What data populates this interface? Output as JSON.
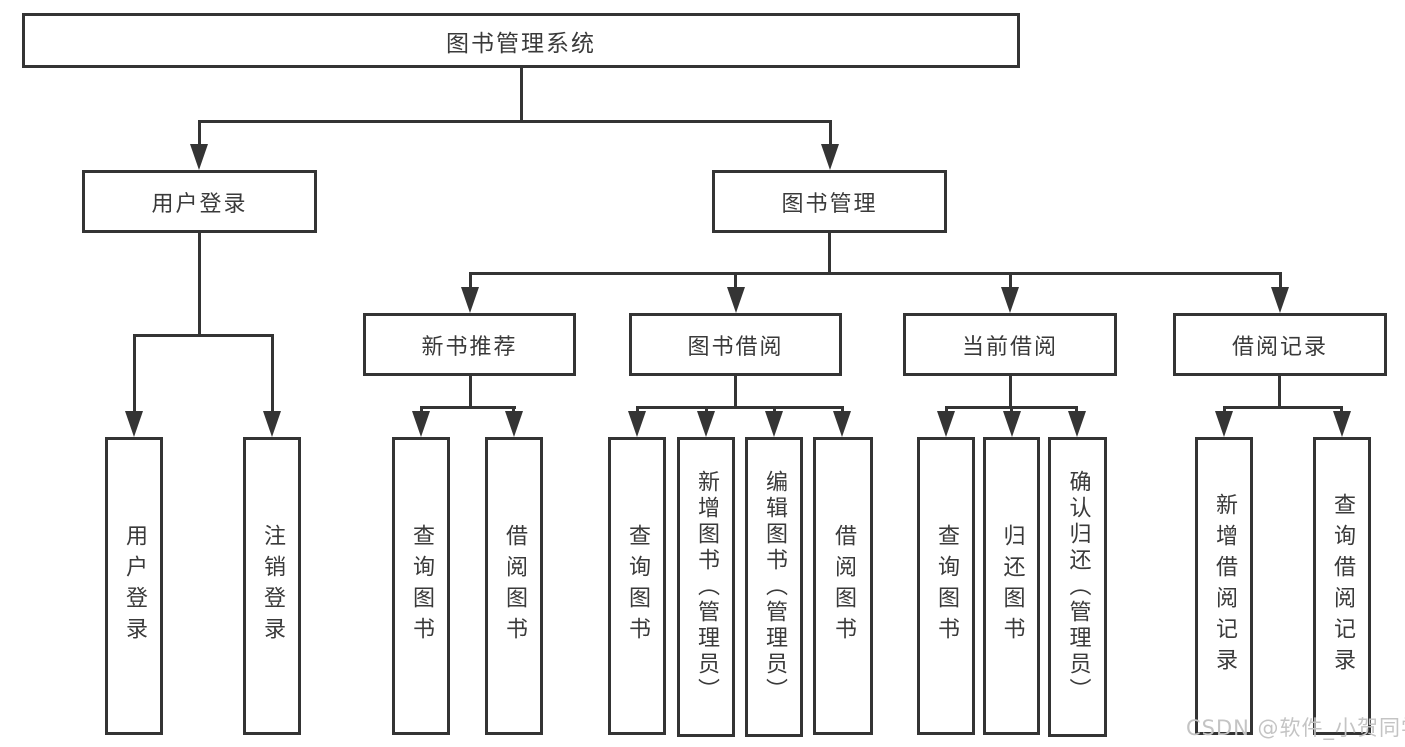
{
  "diagram": {
    "type": "hierarchy-tree",
    "levels": 4,
    "colors": {
      "background": "#ffffff",
      "box_border": "#343434",
      "box_fill": "#ffffff",
      "text": "#3a3a3a",
      "connector_line": "#343434",
      "watermark": "#c4c4c4"
    },
    "nodes": {
      "root": {
        "label": "图书管理系统"
      },
      "user_login": {
        "label": "用户登录"
      },
      "book_mgmt": {
        "label": "图书管理"
      },
      "new_book_rec": {
        "label": "新书推荐"
      },
      "book_borrow": {
        "label": "图书借阅"
      },
      "current_borrow": {
        "label": "当前借阅"
      },
      "borrow_record": {
        "label": "借阅记录"
      },
      "leaf_user_login": {
        "label": "用户登录"
      },
      "leaf_logout": {
        "label": "注销登录"
      },
      "leaf_query_book_1": {
        "label": "查询图书"
      },
      "leaf_borrow_book_1": {
        "label": "借阅图书"
      },
      "leaf_query_book_2": {
        "label": "查询图书"
      },
      "leaf_add_book": {
        "label": "新增图书（管理员）"
      },
      "leaf_edit_book": {
        "label": "编辑图书（管理员）"
      },
      "leaf_borrow_book_2": {
        "label": "借阅图书"
      },
      "leaf_query_book_3": {
        "label": "查询图书"
      },
      "leaf_return_book": {
        "label": "归还图书"
      },
      "leaf_confirm_return": {
        "label": "确认归还（管理员）"
      },
      "leaf_add_borrow_record": {
        "label": "新增借阅记录"
      },
      "leaf_query_borrow_record": {
        "label": "查询借阅记录"
      }
    },
    "edges": [
      "root->user_login",
      "root->book_mgmt",
      "user_login->leaf_user_login",
      "user_login->leaf_logout",
      "book_mgmt->new_book_rec",
      "book_mgmt->book_borrow",
      "book_mgmt->current_borrow",
      "book_mgmt->borrow_record",
      "new_book_rec->leaf_query_book_1",
      "new_book_rec->leaf_borrow_book_1",
      "book_borrow->leaf_query_book_2",
      "book_borrow->leaf_add_book",
      "book_borrow->leaf_edit_book",
      "book_borrow->leaf_borrow_book_2",
      "current_borrow->leaf_query_book_3",
      "current_borrow->leaf_return_book",
      "current_borrow->leaf_confirm_return",
      "borrow_record->leaf_add_borrow_record",
      "borrow_record->leaf_query_borrow_record"
    ],
    "watermark": {
      "text": "CSDN @软件_小贺同学"
    }
  }
}
